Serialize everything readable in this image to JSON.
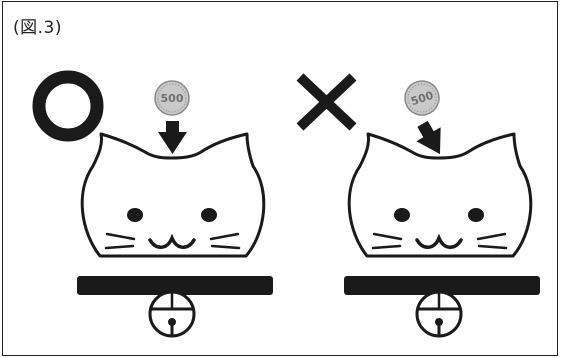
{
  "figure": {
    "label": "(図.3)"
  },
  "coins": {
    "value_text": "500",
    "fill_color": "#c9c9c9"
  },
  "panels": [
    {
      "mark": "correct-circle",
      "meaning": "correct"
    },
    {
      "mark": "wrong-cross",
      "meaning": "incorrect"
    }
  ],
  "colors": {
    "ink": "#1a1a1a",
    "coin": "#c9c9c9"
  }
}
